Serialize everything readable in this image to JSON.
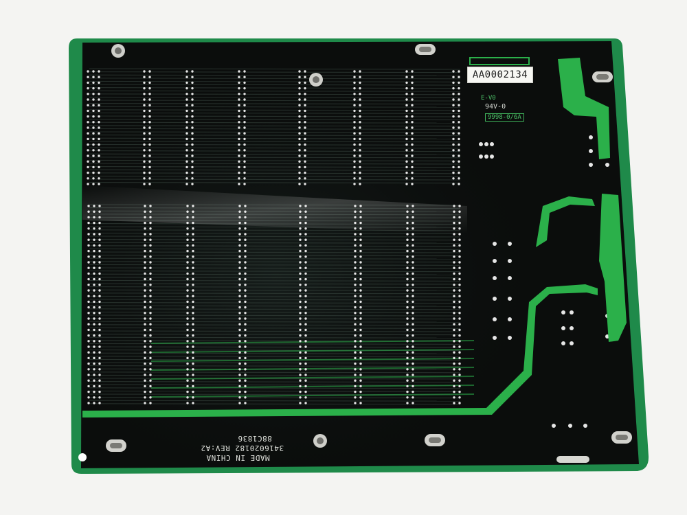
{
  "photo": {
    "subject": "printed circuit board, solder side",
    "serial_sticker": "AA0002134",
    "cert_mark": "E-V0",
    "rating": "94V-0",
    "date_code": "9998-0/6A",
    "lot_code": "88C1836",
    "part_number": "3416020182 REV:A2",
    "origin": "MADE IN CHINA"
  },
  "colors": {
    "background": "#f4f4f2",
    "board_edge": "#1f8a4a",
    "solder_mask": "#0b0d0c",
    "trace": "#2bb04a",
    "pad": "#e6e6e6",
    "silkscreen": "#d9dcd6"
  }
}
